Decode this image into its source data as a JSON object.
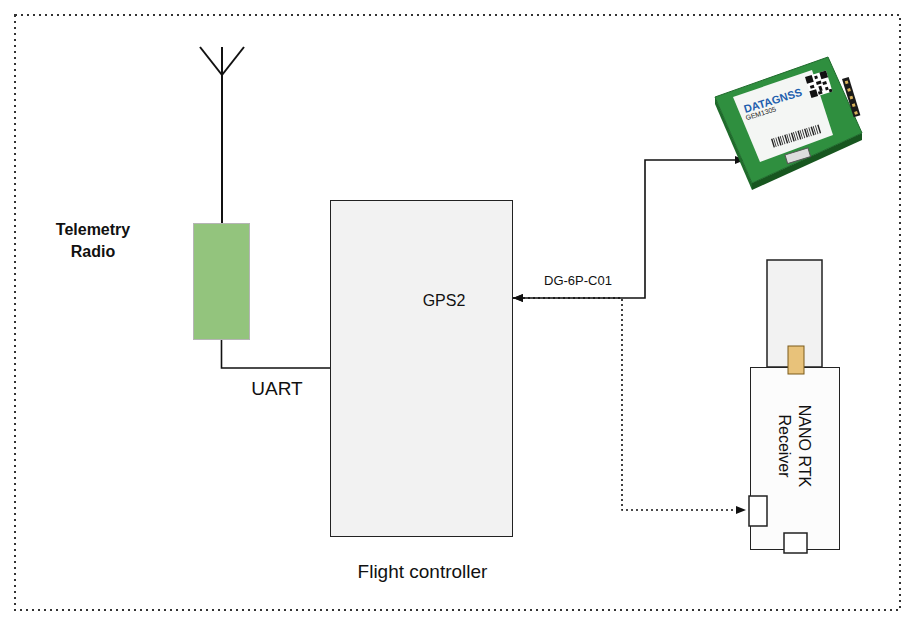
{
  "diagram": {
    "nodes": [
      {
        "text": [
          "Telemetry Radio"
        ]
      },
      {
        "text": [
          "GPS2",
          "Flight controller"
        ]
      },
      {
        "text": [
          "DATAGNSS",
          "GEM1305"
        ]
      },
      {
        "text": [
          "NANO RTK Receiver"
        ]
      }
    ],
    "edges": [
      {
        "from": 0,
        "to": 1,
        "arrow": "none",
        "label": "UART"
      },
      {
        "from": 1,
        "to": 2,
        "arrow": "both",
        "label": "DG-6P-C01"
      },
      {
        "from": 1,
        "to": 3,
        "arrow": "both"
      }
    ]
  }
}
